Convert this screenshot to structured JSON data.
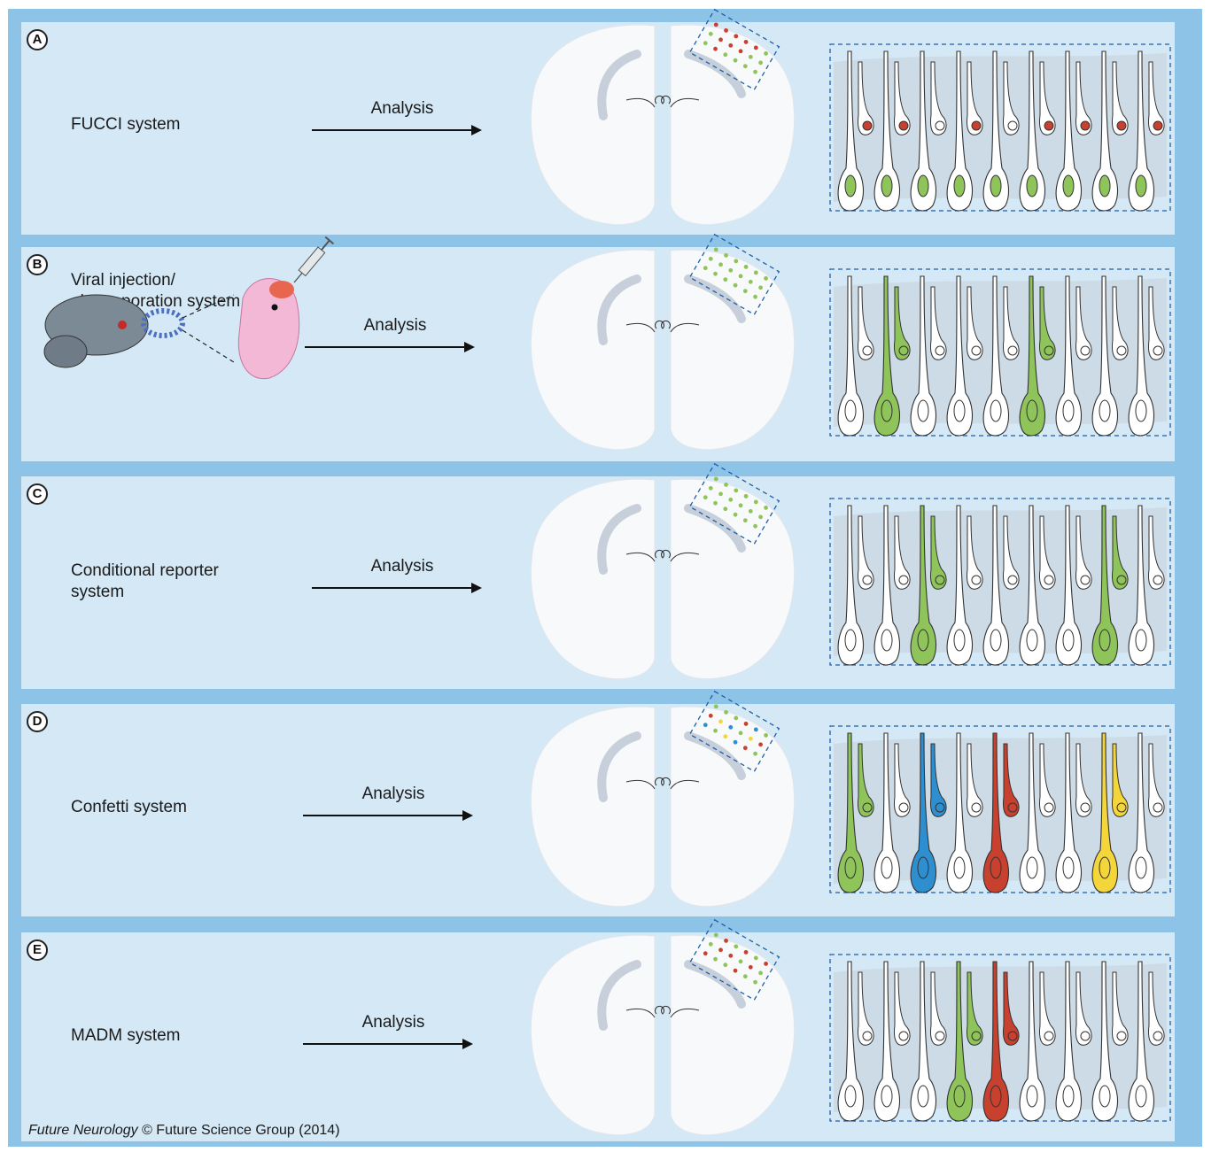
{
  "panels": [
    {
      "letter": "A",
      "label": "FUCCI system",
      "arrow_label": "Analysis"
    },
    {
      "letter": "B",
      "label": "Viral injection/\nelectroporation system",
      "arrow_label": "Analysis"
    },
    {
      "letter": "C",
      "label": "Conditional reporter\nsystem",
      "arrow_label": "Analysis"
    },
    {
      "letter": "D",
      "label": "Confetti system",
      "arrow_label": "Analysis"
    },
    {
      "letter": "E",
      "label": "MADM system",
      "arrow_label": "Analysis"
    }
  ],
  "credit": {
    "journal": "Future Neurology",
    "rest": " © Future Science Group (2014)"
  },
  "colors": {
    "frame": "#8dc3e6",
    "panel": "#d4e8f6",
    "cortex": "#c7d0da",
    "dash": "#1e5fa8",
    "green": "#8fc45a",
    "red": "#c8412e",
    "blue": "#2e8fd0",
    "yellow": "#f5d63a",
    "embryo": "#f2b8d6"
  }
}
